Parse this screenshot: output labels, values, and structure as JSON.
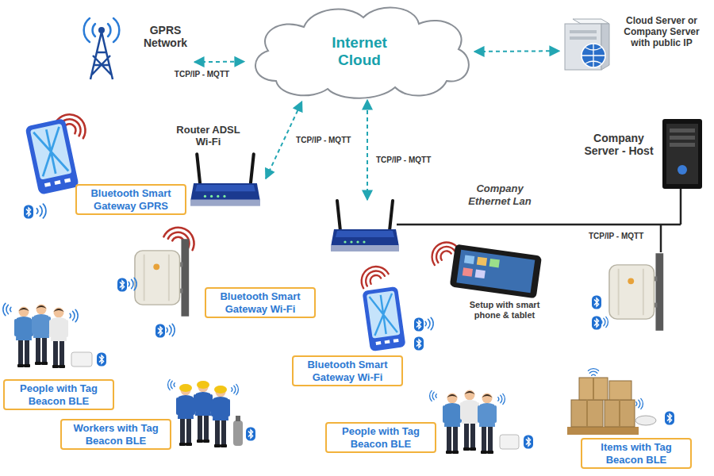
{
  "diagram": {
    "nodes": [
      {
        "text": [
          "Internet Cloud"
        ]
      },
      {
        "text": [
          "GPRS Network"
        ]
      },
      {
        "text": [
          "Cloud Server or Company Server with public IP"
        ]
      },
      {
        "text": [
          "Router ADSL Wi-Fi"
        ]
      },
      {
        "text": [
          "Company Server - Host"
        ]
      },
      {
        "text": [
          "Bluetooth Smart Gateway GPRS"
        ]
      },
      {
        "text": [
          "Bluetooth Smart Gateway Wi-Fi"
        ]
      },
      {
        "text": [
          "Setup with smart phone & tablet"
        ]
      },
      {
        "text": [
          "Bluetooth Smart Gateway Wi-Fi"
        ]
      },
      {
        "text": [
          "People with Tag Beacon BLE"
        ]
      },
      {
        "text": [
          "Workers with Tag Beacon BLE"
        ]
      },
      {
        "text": [
          "People with Tag Beacon BLE"
        ]
      },
      {
        "text": [
          "Items with Tag Beacon BLE"
        ]
      }
    ],
    "edges": [
      {
        "from": 1,
        "to": 0,
        "label": "TCP/IP - MQTT",
        "arrow": "both"
      },
      {
        "from": 0,
        "to": 2,
        "arrow": "both"
      },
      {
        "from": 3,
        "to": 0,
        "label": "TCP/IP - MQTT",
        "arrow": "both"
      }
    ],
    "labels": [
      "TCP/IP - MQTT",
      "Company Ethernet Lan",
      "TCP/IP - MQTT"
    ]
  }
}
